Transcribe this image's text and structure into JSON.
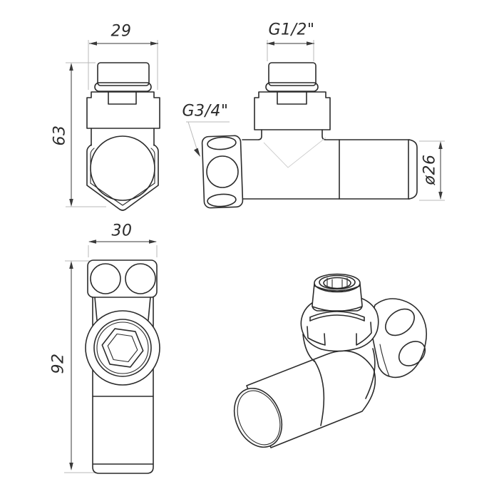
{
  "colors": {
    "line": "#2b2b2b",
    "dimension": "#3a3a3a",
    "extension": "#b9b9b9",
    "background": "#ffffff"
  },
  "dimensions": {
    "front_width": "29",
    "front_height": "63",
    "top_thread": "G1/2\"",
    "side_thread": "G3/4\"",
    "pipe_diameter": "ø26",
    "top_width": "30",
    "top_height": "92"
  }
}
